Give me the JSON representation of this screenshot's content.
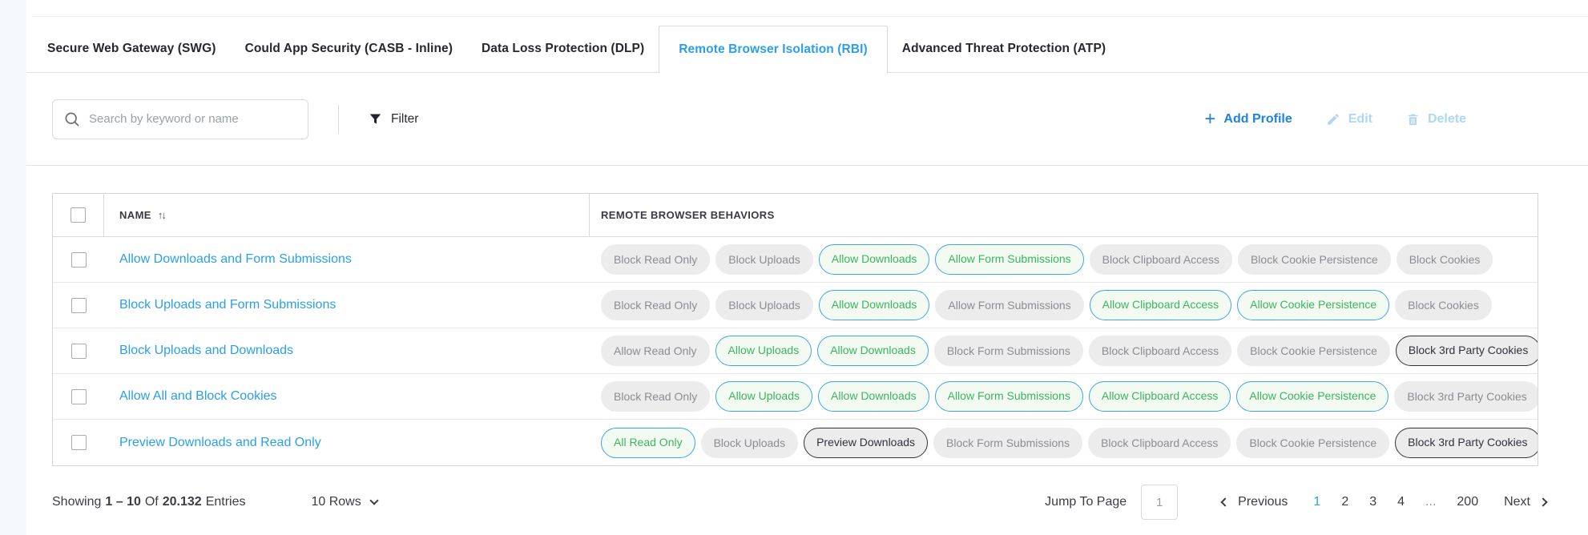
{
  "tabs": [
    {
      "label": "Secure Web Gateway (SWG)",
      "active": false
    },
    {
      "label": "Could App Security (CASB - Inline)",
      "active": false
    },
    {
      "label": "Data Loss Protection (DLP)",
      "active": false
    },
    {
      "label": "Remote Browser Isolation (RBI)",
      "active": true
    },
    {
      "label": "Advanced Threat Protection (ATP)",
      "active": false
    }
  ],
  "toolbar": {
    "search_placeholder": "Search by keyword or name",
    "filter_label": "Filter",
    "add_profile_label": "Add Profile",
    "plus_glyph": "+",
    "edit_label": "Edit",
    "delete_label": "Delete"
  },
  "table": {
    "columns": {
      "name": "NAME",
      "behaviors": "REMOTE BROWSER BEHAVIORS"
    },
    "sort_glyph": "↑↓",
    "rows": [
      {
        "name": "Allow Downloads and Form Submissions",
        "badges": [
          {
            "label": "Block Read Only",
            "style": "grey"
          },
          {
            "label": "Block Uploads",
            "style": "grey"
          },
          {
            "label": "Allow Downloads",
            "style": "allow"
          },
          {
            "label": "Allow Form Submissions",
            "style": "allow"
          },
          {
            "label": "Block Clipboard Access",
            "style": "grey"
          },
          {
            "label": "Block Cookie Persistence",
            "style": "grey"
          },
          {
            "label": "Block Cookies",
            "style": "grey"
          }
        ]
      },
      {
        "name": "Block Uploads and Form Submissions",
        "badges": [
          {
            "label": "Block Read Only",
            "style": "grey"
          },
          {
            "label": "Block Uploads",
            "style": "grey"
          },
          {
            "label": "Allow Downloads",
            "style": "allow"
          },
          {
            "label": "Allow Form Submissions",
            "style": "grey"
          },
          {
            "label": "Allow Clipboard Access",
            "style": "allow"
          },
          {
            "label": "Allow Cookie Persistence",
            "style": "allow"
          },
          {
            "label": "Block Cookies",
            "style": "grey"
          }
        ]
      },
      {
        "name": "Block Uploads and Downloads",
        "badges": [
          {
            "label": "Allow Read Only",
            "style": "grey"
          },
          {
            "label": "Allow Uploads",
            "style": "allow"
          },
          {
            "label": "Allow Downloads",
            "style": "allow"
          },
          {
            "label": "Block Form Submissions",
            "style": "grey"
          },
          {
            "label": "Block Clipboard Access",
            "style": "grey"
          },
          {
            "label": "Block Cookie Persistence",
            "style": "grey"
          },
          {
            "label": "Block 3rd Party Cookies",
            "style": "dark"
          }
        ]
      },
      {
        "name": "Allow All and Block Cookies",
        "badges": [
          {
            "label": "Block Read Only",
            "style": "grey"
          },
          {
            "label": "Allow Uploads",
            "style": "allow"
          },
          {
            "label": "Allow Downloads",
            "style": "allow"
          },
          {
            "label": "Allow Form Submissions",
            "style": "allow"
          },
          {
            "label": "Allow Clipboard Access",
            "style": "allow"
          },
          {
            "label": "Allow Cookie Persistence",
            "style": "allow"
          },
          {
            "label": "Block 3rd Party Cookies",
            "style": "grey"
          }
        ]
      },
      {
        "name": "Preview Downloads and Read Only",
        "badges": [
          {
            "label": "All Read Only",
            "style": "allow"
          },
          {
            "label": "Block Uploads",
            "style": "grey"
          },
          {
            "label": "Preview Downloads",
            "style": "dark"
          },
          {
            "label": "Block Form Submissions",
            "style": "grey"
          },
          {
            "label": "Block Clipboard Access",
            "style": "grey"
          },
          {
            "label": "Block Cookie Persistence",
            "style": "grey"
          },
          {
            "label": "Block 3rd Party Cookies",
            "style": "dark"
          }
        ]
      }
    ]
  },
  "footer": {
    "showing_prefix": "Showing",
    "range": "1 – 10",
    "of_label": "Of",
    "total": "20.132",
    "entries_label": "Entries",
    "rows_selector": "10 Rows",
    "jump_label": "Jump To Page",
    "jump_value": "1",
    "previous_label": "Previous",
    "pages": [
      "1",
      "2",
      "3",
      "4",
      "...",
      "200"
    ],
    "active_page": "1",
    "next_label": "Next"
  },
  "colors": {
    "accent_blue": "#2b9fe8",
    "action_blue": "#1d83dc",
    "disabled_blue": "#aed7f4",
    "badge_green_text": "#3cb55f",
    "badge_allow_border": "#41a6e0",
    "badge_allow_bg": "#f2faf2",
    "badge_grey_bg": "#ececec",
    "badge_grey_text": "#8c8c94",
    "badge_dark": "#32323c"
  }
}
